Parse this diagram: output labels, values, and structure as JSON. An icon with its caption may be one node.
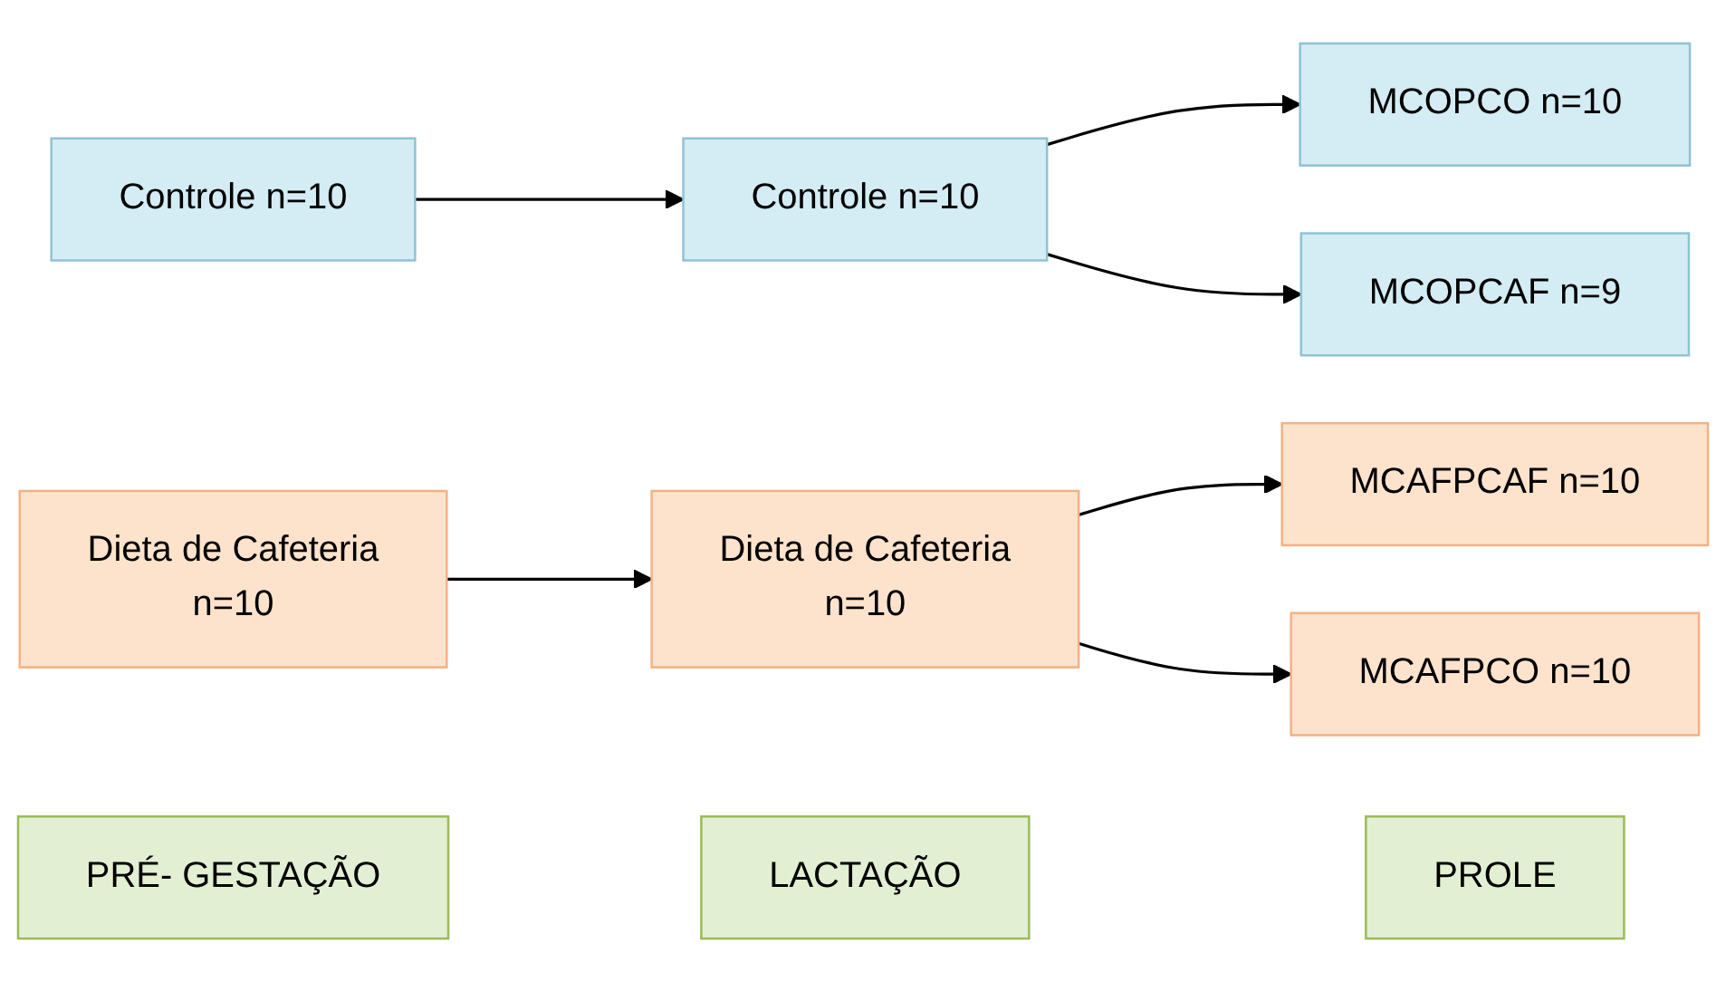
{
  "diagram": {
    "nodes": [
      {
        "text": [
          "Controle n=10"
        ]
      },
      {
        "text": [
          "Controle n=10"
        ]
      },
      {
        "text": [
          "MCOPCO n=10"
        ]
      },
      {
        "text": [
          "MCOPCAF n=9"
        ]
      },
      {
        "text": [
          "Dieta de Cafeteria",
          "n=10"
        ]
      },
      {
        "text": [
          "Dieta de Cafeteria",
          "n=10"
        ]
      },
      {
        "text": [
          "MCAFPCAF n=10"
        ]
      },
      {
        "text": [
          "MCAFPCO n=10"
        ]
      },
      {
        "text": [
          "PRÉ- GESTAÇÃO"
        ]
      },
      {
        "text": [
          "LACTAÇÃO"
        ]
      },
      {
        "text": [
          "PROLE"
        ]
      }
    ],
    "edges": [
      {
        "from": 0,
        "to": 1,
        "arrow": "to"
      },
      {
        "from": 1,
        "to": 2,
        "arrow": "to"
      },
      {
        "from": 1,
        "to": 3,
        "arrow": "to"
      },
      {
        "from": 4,
        "to": 5,
        "arrow": "to"
      },
      {
        "from": 5,
        "to": 6,
        "arrow": "to"
      },
      {
        "from": 5,
        "to": 7,
        "arrow": "to"
      }
    ]
  }
}
